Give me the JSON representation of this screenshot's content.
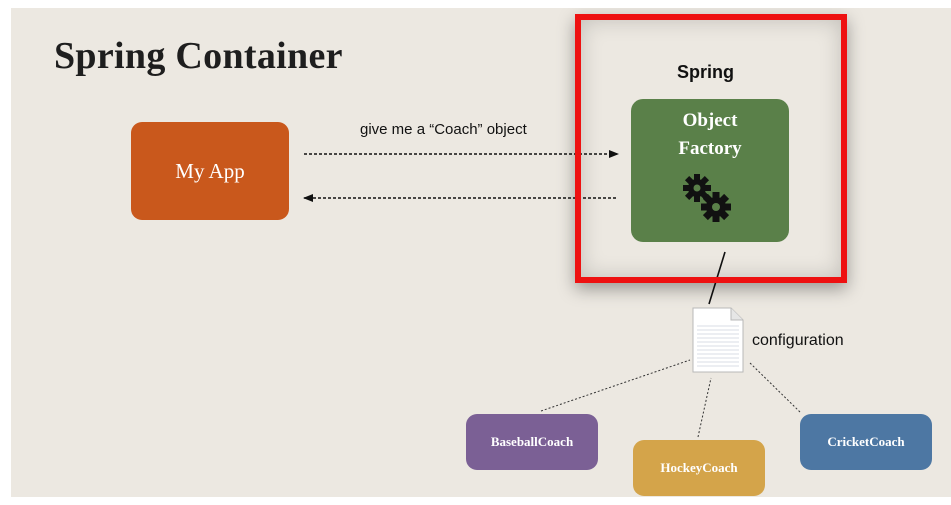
{
  "title": "Spring Container",
  "spring_label": "Spring",
  "my_app": "My App",
  "object_factory": {
    "line1": "Object",
    "line2": "Factory"
  },
  "request_message": "give me a “Coach” object",
  "configuration_label": "configuration",
  "coaches": {
    "baseball": "BaseballCoach",
    "hockey": "HockeyCoach",
    "cricket": "CricketCoach"
  },
  "colors": {
    "slide_background": "#ece8e1",
    "my_app": "#c9581c",
    "object_factory": "#5a8049",
    "highlight_frame": "#ee1111",
    "baseball": "#7b6095",
    "hockey": "#d4a44a",
    "cricket": "#4d77a3"
  },
  "icons": [
    "gears-icon",
    "document-icon"
  ]
}
